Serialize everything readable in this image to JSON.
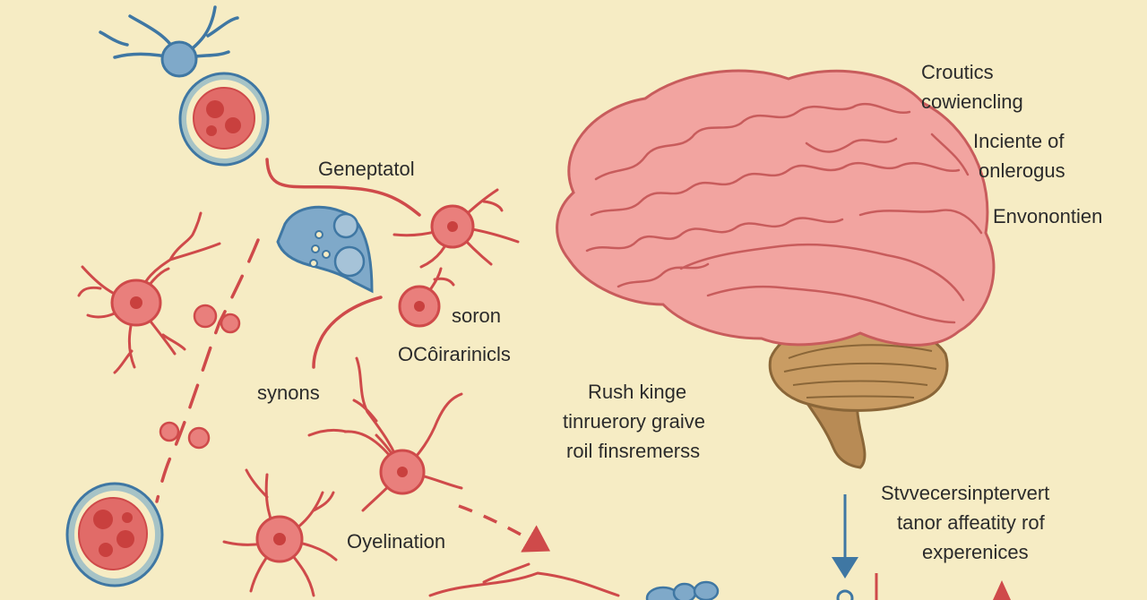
{
  "labels": {
    "geneptatol": "Geneptatol",
    "soron": "soron",
    "ocoirarinicls": "OCôirarinicls",
    "synons": "synons",
    "oyelination": "Oyelination",
    "rush_line1": "Rush kinge",
    "rush_line2": "tinruerory graive",
    "rush_line3": "roil finsremerss",
    "right_top_line1": "Croutics",
    "right_top_line2": "cowiencling",
    "right_mid_line1": "Inciente of",
    "right_mid_line2": "onlerogus",
    "right_env": "Envonontien",
    "right_bottom_line1": "Stvvecersinptervert",
    "right_bottom_line2": "tanor affeatity rof",
    "right_bottom_line3": "experenices"
  },
  "colors": {
    "background": "#f6ecc4",
    "neuron": "#cf4a4a",
    "neuron_fill": "#e97f7c",
    "blue": "#3f77a3",
    "blue_fill": "#7fa9c9",
    "brain": "#f2a4a0",
    "brain_outline": "#c85c5c",
    "cerebellum": "#c99c63",
    "brainstem": "#b88b55",
    "text": "#2b2b2b"
  }
}
